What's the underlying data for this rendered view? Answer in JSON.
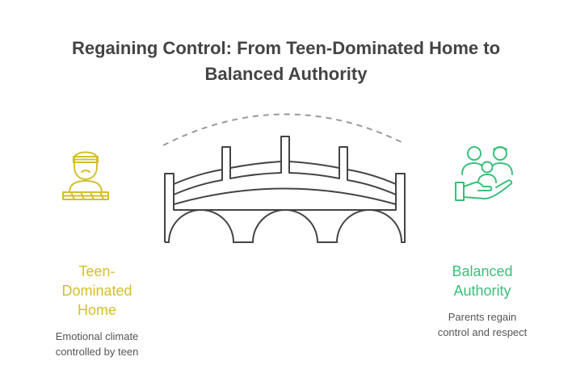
{
  "title": {
    "line1": "Regaining Control: From Teen-Dominated Home to",
    "line2": "Balanced Authority"
  },
  "left": {
    "label_lines": [
      "Teen-",
      "Dominated",
      "Home"
    ],
    "desc_lines": [
      "Emotional climate",
      "controlled by teen"
    ],
    "color": "#d4bf2a",
    "icon": "blindfolded-teen-icon"
  },
  "right": {
    "label_lines": [
      "Balanced",
      "Authority"
    ],
    "desc_lines": [
      "Parents regain",
      "control and respect"
    ],
    "color": "#3bbf7a",
    "icon": "family-in-hand-icon"
  },
  "center": {
    "icon": "bridge-icon",
    "stroke_color": "#444444",
    "arc_color": "#999999"
  }
}
